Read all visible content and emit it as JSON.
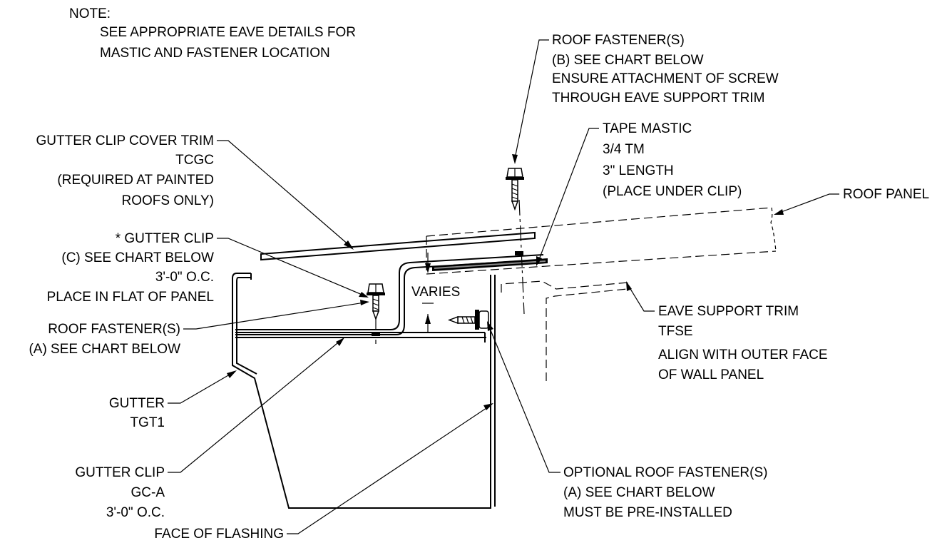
{
  "note": {
    "heading": "NOTE:",
    "lines": [
      "SEE APPROPRIATE EAVE DETAILS FOR",
      "MASTIC AND FASTENER LOCATION"
    ]
  },
  "callouts": {
    "roof_fastener_b": [
      "ROOF FASTENER(S)",
      "(B) SEE CHART BELOW",
      "ENSURE ATTACHMENT OF SCREW",
      "THROUGH EAVE SUPPORT TRIM"
    ],
    "tape_mastic": [
      "TAPE MASTIC",
      "3/4 TM",
      "3\" LENGTH",
      "(PLACE UNDER CLIP)"
    ],
    "roof_panel": [
      "ROOF PANEL"
    ],
    "gutter_clip_cover": [
      "GUTTER CLIP COVER TRIM",
      "TCGC",
      "(REQUIRED AT PAINTED",
      "ROOFS ONLY)"
    ],
    "gutter_clip_c": [
      "* GUTTER CLIP",
      "(C) SEE CHART BELOW",
      "3'-0\" O.C.",
      "PLACE IN FLAT OF PANEL"
    ],
    "varies": [
      "VARIES"
    ],
    "roof_fastener_a": [
      "ROOF FASTENER(S)",
      "(A) SEE CHART BELOW"
    ],
    "eave_support_trim": [
      "EAVE SUPPORT TRIM",
      "TFSE",
      "ALIGN WITH OUTER FACE",
      "OF WALL PANEL"
    ],
    "gutter": [
      "GUTTER",
      "TGT1"
    ],
    "gutter_clip_gca": [
      "GUTTER CLIP",
      "GC-A",
      "3'-0\" O.C."
    ],
    "optional_fastener": [
      "OPTIONAL ROOF FASTENER(S)",
      "(A) SEE CHART BELOW",
      "MUST BE PRE-INSTALLED"
    ],
    "face_of_flashing": [
      "FACE OF FLASHING"
    ]
  }
}
